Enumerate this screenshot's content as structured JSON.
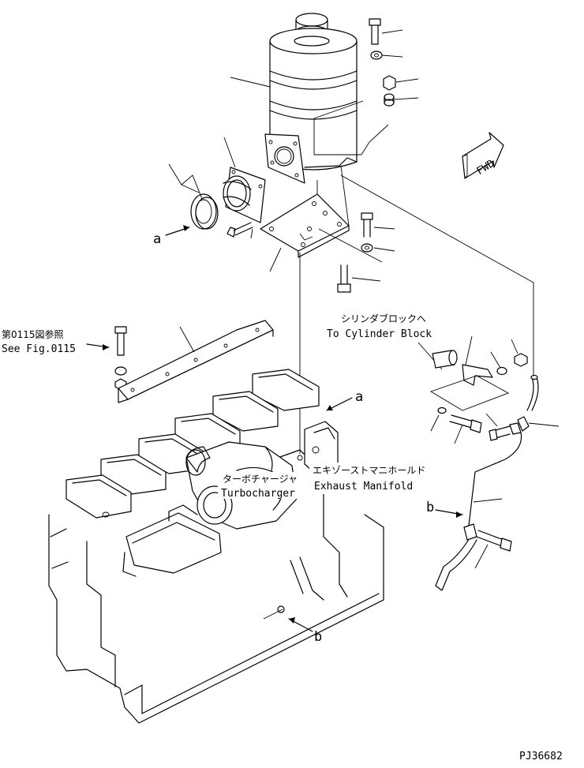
{
  "labels": {
    "fig_ref_jp": "第0115図参照",
    "fig_ref_en": "See Fig.0115",
    "cyl_block_jp": "シリンダブロックへ",
    "cyl_block_en": "To Cylinder Block",
    "turbo_jp": "ターボチャージャ",
    "turbo_en": "Turbocharger",
    "exhaust_jp": "エキゾーストマニホールド",
    "exhaust_en": "Exhaust Manifold",
    "fwd": "FWD",
    "ref_a": "a",
    "ref_b": "b",
    "drawing_no": "PJ36682"
  }
}
